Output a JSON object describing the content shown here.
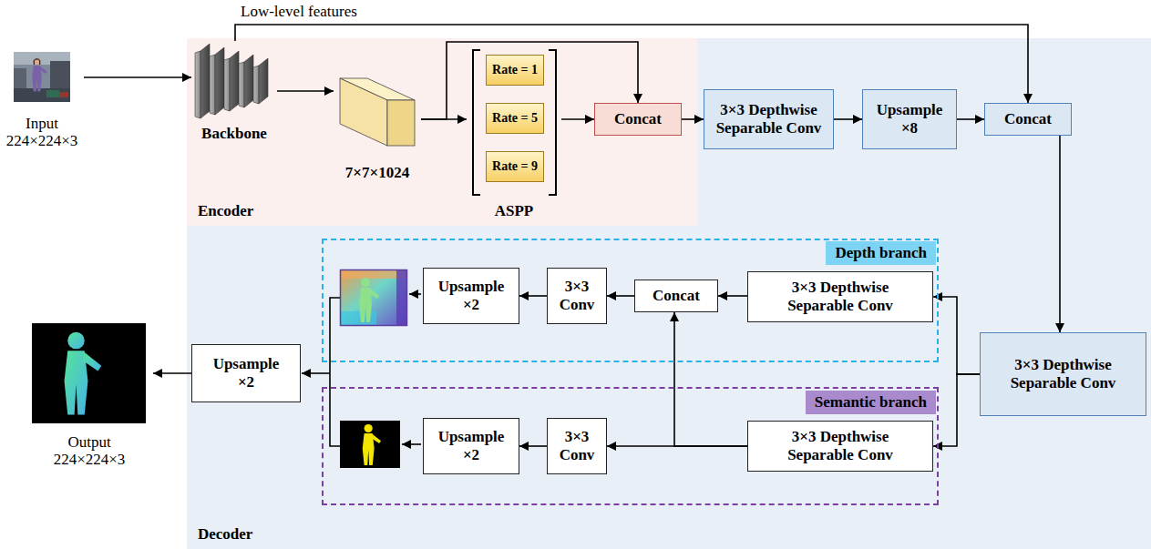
{
  "diagram": {
    "nodes": [
      {
        "text": [
          "Input 224×224×3"
        ]
      },
      {
        "text": [
          "Encoder"
        ]
      },
      {
        "text": [
          "Backbone"
        ],
        "in": 1
      },
      {
        "text": [
          "7×7×1024"
        ],
        "in": 1
      },
      {
        "text": [
          "ASPP"
        ],
        "in": 1
      },
      {
        "text": [
          "Rate = 1"
        ],
        "in": 4
      },
      {
        "text": [
          "Rate = 5"
        ],
        "in": 4
      },
      {
        "text": [
          "Rate = 9"
        ],
        "in": 4
      },
      {
        "text": [
          "Concat"
        ],
        "in": 1
      },
      {
        "text": [
          "Decoder"
        ]
      },
      {
        "text": [
          "3×3 Depthwise Separable Conv"
        ],
        "in": 9
      },
      {
        "text": [
          "Upsample ×8"
        ],
        "in": 9
      },
      {
        "text": [
          "Concat"
        ],
        "in": 9
      },
      {
        "text": [
          "3×3 Depthwise Separable Conv"
        ],
        "in": 9
      },
      {
        "text": [
          "Depth branch"
        ],
        "in": 9
      },
      {
        "text": [
          "3×3 Depthwise Separable Conv"
        ],
        "in": 14
      },
      {
        "text": [
          "Concat"
        ],
        "in": 14
      },
      {
        "text": [
          "3×3 Conv"
        ],
        "in": 14
      },
      {
        "text": [
          "Upsample ×2"
        ],
        "in": 14
      },
      {
        "text": [
          "Semantic branch"
        ],
        "in": 9
      },
      {
        "text": [
          "3×3 Depthwise Separable Conv"
        ],
        "in": 19
      },
      {
        "text": [
          "3×3 Conv"
        ],
        "in": 19
      },
      {
        "text": [
          "Upsample ×2"
        ],
        "in": 19
      },
      {
        "text": [
          "Upsample ×2"
        ],
        "in": 9
      },
      {
        "text": [
          "Output 224×224×3"
        ]
      }
    ],
    "edges": [
      {
        "from": 0,
        "to": 2,
        "arrow": "to"
      },
      {
        "from": 2,
        "to": 12,
        "arrow": "to",
        "label": "Low-level features"
      },
      {
        "from": 2,
        "to": 3,
        "arrow": "to"
      },
      {
        "from": 3,
        "to": 4,
        "arrow": "to"
      },
      {
        "from": 3,
        "to": 8,
        "arrow": "to"
      },
      {
        "from": 4,
        "to": 8,
        "arrow": "to"
      },
      {
        "from": 8,
        "to": 10,
        "arrow": "to"
      },
      {
        "from": 10,
        "to": 11,
        "arrow": "to"
      },
      {
        "from": 11,
        "to": 12,
        "arrow": "to"
      },
      {
        "from": 12,
        "to": 13,
        "arrow": "to"
      },
      {
        "from": 13,
        "to": 15,
        "arrow": "to"
      },
      {
        "from": 13,
        "to": 20,
        "arrow": "to"
      },
      {
        "from": 15,
        "to": 16,
        "arrow": "to"
      },
      {
        "from": 16,
        "to": 17,
        "arrow": "to"
      },
      {
        "from": 17,
        "to": 18,
        "arrow": "to"
      },
      {
        "from": 20,
        "to": 21,
        "arrow": "to"
      },
      {
        "from": 20,
        "to": 16,
        "arrow": "to"
      },
      {
        "from": 21,
        "to": 22,
        "arrow": "to"
      },
      {
        "from": 23,
        "to": 24,
        "arrow": "to"
      }
    ]
  }
}
